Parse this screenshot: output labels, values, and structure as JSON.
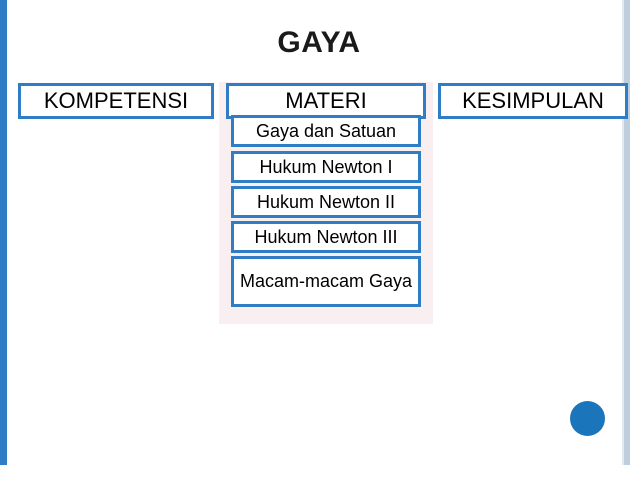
{
  "slide": {
    "title": "GAYA",
    "nav": {
      "kompetensi": "KOMPETENSI",
      "materi": "MATERI",
      "kesimpulan": "KESIMPULAN"
    },
    "materi_items": [
      "Gaya dan Satuan",
      "Hukum Newton I",
      "Hukum Newton II",
      "Hukum Newton III",
      "Macam-macam Gaya"
    ],
    "colors": {
      "accent_border": "#2f7dc4",
      "left_bar": "#2f7dc4",
      "right_bar": "#bfcedd",
      "dot": "#1b75bb",
      "panel": "#faeff0"
    }
  }
}
